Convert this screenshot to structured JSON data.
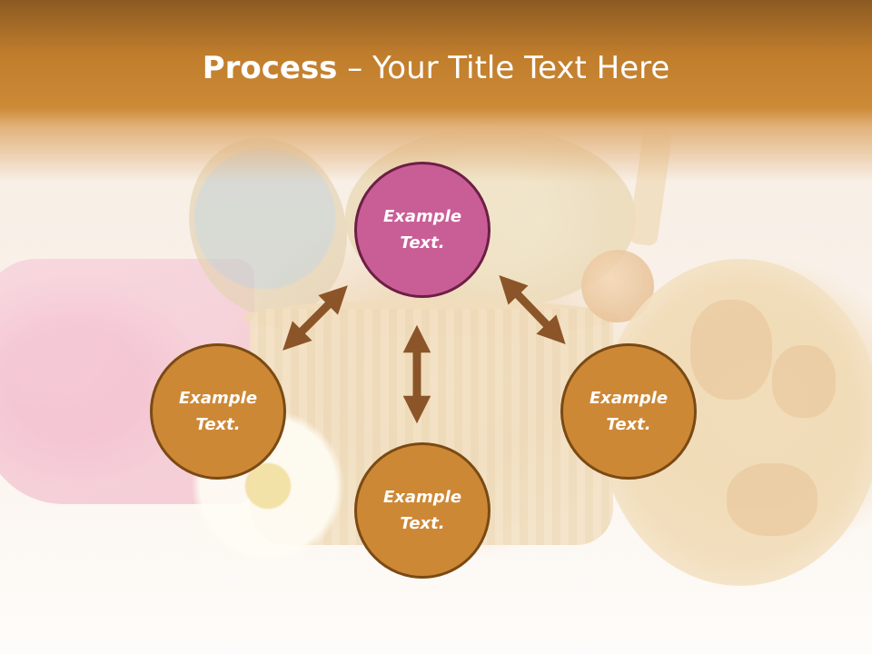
{
  "title": {
    "bold": "Process",
    "rest": " – Your Title Text Here"
  },
  "diagram": {
    "nodes": [
      {
        "id": "top",
        "label": "Example\nText."
      },
      {
        "id": "left",
        "label": "Example\nText."
      },
      {
        "id": "bottom",
        "label": "Example\nText."
      },
      {
        "id": "right",
        "label": "Example\nText."
      }
    ]
  },
  "colors": {
    "title_bar": "#c07d2c",
    "node_fill": "#cd8836",
    "node_highlight_fill": "#c95e97",
    "node_border": "#7a4a14",
    "arrow": "#8b5529"
  }
}
